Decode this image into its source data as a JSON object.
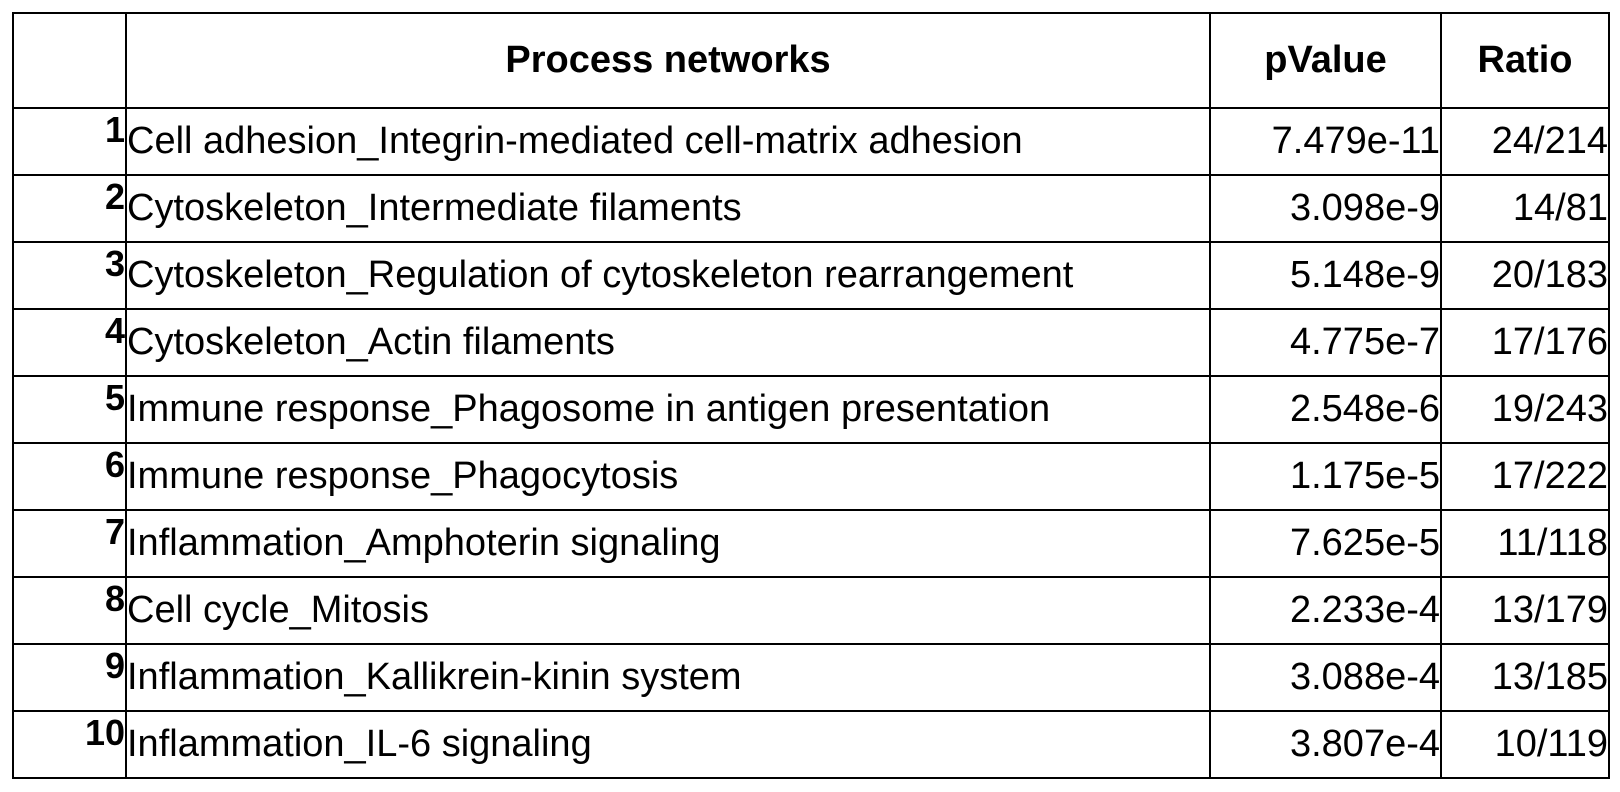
{
  "table": {
    "headers": {
      "index": "",
      "process": "Process networks",
      "pvalue": "pValue",
      "ratio": "Ratio"
    },
    "rows": [
      {
        "index": "1",
        "process": "Cell adhesion_Integrin-mediated cell-matrix adhesion",
        "pvalue": "7.479e-11",
        "ratio": "24/214"
      },
      {
        "index": "2",
        "process": "Cytoskeleton_Intermediate filaments",
        "pvalue": "3.098e-9",
        "ratio": "14/81"
      },
      {
        "index": "3",
        "process": "Cytoskeleton_Regulation of cytoskeleton rearrangement",
        "pvalue": "5.148e-9",
        "ratio": "20/183"
      },
      {
        "index": "4",
        "process": "Cytoskeleton_Actin filaments",
        "pvalue": "4.775e-7",
        "ratio": "17/176"
      },
      {
        "index": "5",
        "process": "Immune response_Phagosome in antigen presentation",
        "pvalue": "2.548e-6",
        "ratio": "19/243"
      },
      {
        "index": "6",
        "process": "Immune response_Phagocytosis",
        "pvalue": "1.175e-5",
        "ratio": "17/222"
      },
      {
        "index": "7",
        "process": "Inflammation_Amphoterin signaling",
        "pvalue": "7.625e-5",
        "ratio": "11/118"
      },
      {
        "index": "8",
        "process": "Cell cycle_Mitosis",
        "pvalue": "2.233e-4",
        "ratio": "13/179"
      },
      {
        "index": "9",
        "process": "Inflammation_Kallikrein-kinin system",
        "pvalue": "3.088e-4",
        "ratio": "13/185"
      },
      {
        "index": "10",
        "process": "Inflammation_IL-6 signaling",
        "pvalue": "3.807e-4",
        "ratio": "10/119"
      }
    ]
  }
}
